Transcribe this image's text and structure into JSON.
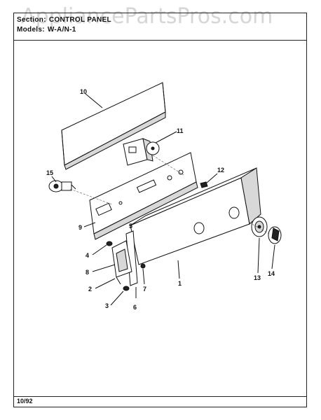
{
  "watermark": "AppliancePartsPros.com",
  "header": {
    "section_label": "Section:",
    "section_value": "CONTROL PANEL",
    "models_label": "Models:",
    "models_value": "W-A/N-1"
  },
  "footer": {
    "date": "10/92"
  },
  "callouts": {
    "c1": "1",
    "c2": "2",
    "c3": "3",
    "c4": "4",
    "c5": "5",
    "c6": "6",
    "c7": "7",
    "c8": "8",
    "c9": "9",
    "c10": "10",
    "c11": "11",
    "c12": "12",
    "c13": "13",
    "c14": "14",
    "c15": "15"
  }
}
